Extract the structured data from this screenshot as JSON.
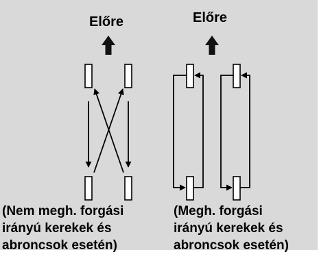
{
  "left_diagram": {
    "forward_label": "Előre",
    "caption_lines": [
      "(Nem megh. forgási",
      "irányú kerekek és",
      "abroncsok esetén)"
    ]
  },
  "right_diagram": {
    "forward_label": "Előre",
    "caption_lines": [
      "(Megh. forgási",
      "irányú kerekek és",
      "abroncsok esetén)"
    ]
  },
  "colors": {
    "background": "#d9d9d9",
    "stroke": "#000000",
    "wheel_fill": "#ffffff",
    "arrow_fill": "#111111"
  }
}
